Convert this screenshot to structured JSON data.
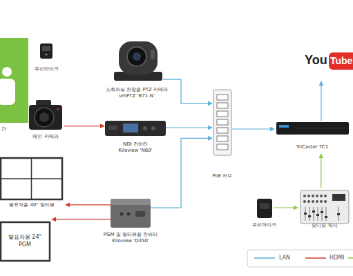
{
  "diagram": {
    "nodes": [
      {
        "text": [
          "간"
        ]
      },
      {
        "text": [
          "무선마이크"
        ]
      },
      {
        "text": [
          "소회의실 천장용 PTZ 카메라",
          "vmPTZ 'B71-N'"
        ]
      },
      {
        "text": [
          "You",
          "Tube"
        ]
      },
      {
        "text": [
          "메인 카메라"
        ]
      },
      {
        "text": [
          "NDI 컨버터",
          "Kiloview 'N60'"
        ]
      },
      {
        "text": [
          "PoE 허브"
        ]
      },
      {
        "text": [
          "TriCaster TC1"
        ]
      },
      {
        "text": [
          "발표자용 40\" 멀티뷰"
        ]
      },
      {
        "text": [
          "PGM 및 멀티뷰용 컨버터",
          "Kiloview 'D350'"
        ]
      },
      {
        "text": [
          "무선마이크"
        ]
      },
      {
        "text": [
          "오디오 믹서"
        ]
      },
      {
        "text": [
          "발표자용 24\" PGM"
        ]
      }
    ],
    "edges": [
      {
        "from": 4,
        "to": 5,
        "arrow": "to"
      },
      {
        "from": 2,
        "to": 6,
        "arrow": "to"
      },
      {
        "from": 5,
        "to": 6,
        "arrow": "to"
      },
      {
        "from": 9,
        "to": 6,
        "arrow": "to"
      },
      {
        "from": 6,
        "to": 7,
        "arrow": "to"
      },
      {
        "from": 7,
        "to": 3,
        "arrow": "to"
      },
      {
        "from": 11,
        "to": 7,
        "arrow": "to"
      },
      {
        "from": 10,
        "to": 11,
        "arrow": "to"
      },
      {
        "from": 9,
        "to": 8,
        "arrow": "to"
      },
      {
        "from": 9,
        "to": 12,
        "arrow": "to"
      }
    ],
    "legend": [
      {
        "text": "LAN"
      },
      {
        "text": "HDMI"
      }
    ]
  }
}
